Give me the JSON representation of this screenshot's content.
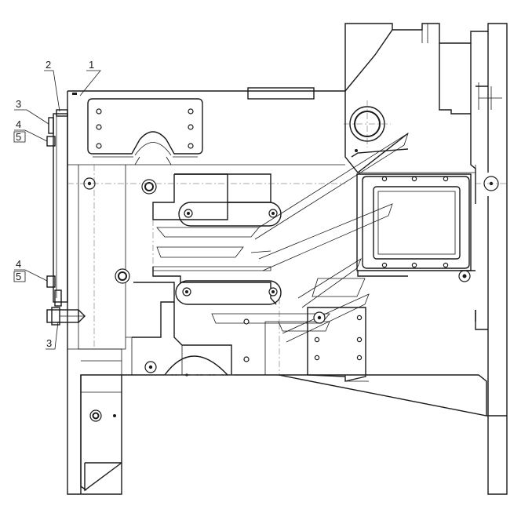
{
  "callouts": {
    "part_1": "1",
    "part_2": "2",
    "part_3_top": "3",
    "part_4_top": "4",
    "part_5_top": "5",
    "part_4_bottom": "4",
    "part_5_bottom": "5",
    "part_3_bottom": "3"
  },
  "colors": {
    "line": "#1a1a1a",
    "background": "#ffffff"
  }
}
